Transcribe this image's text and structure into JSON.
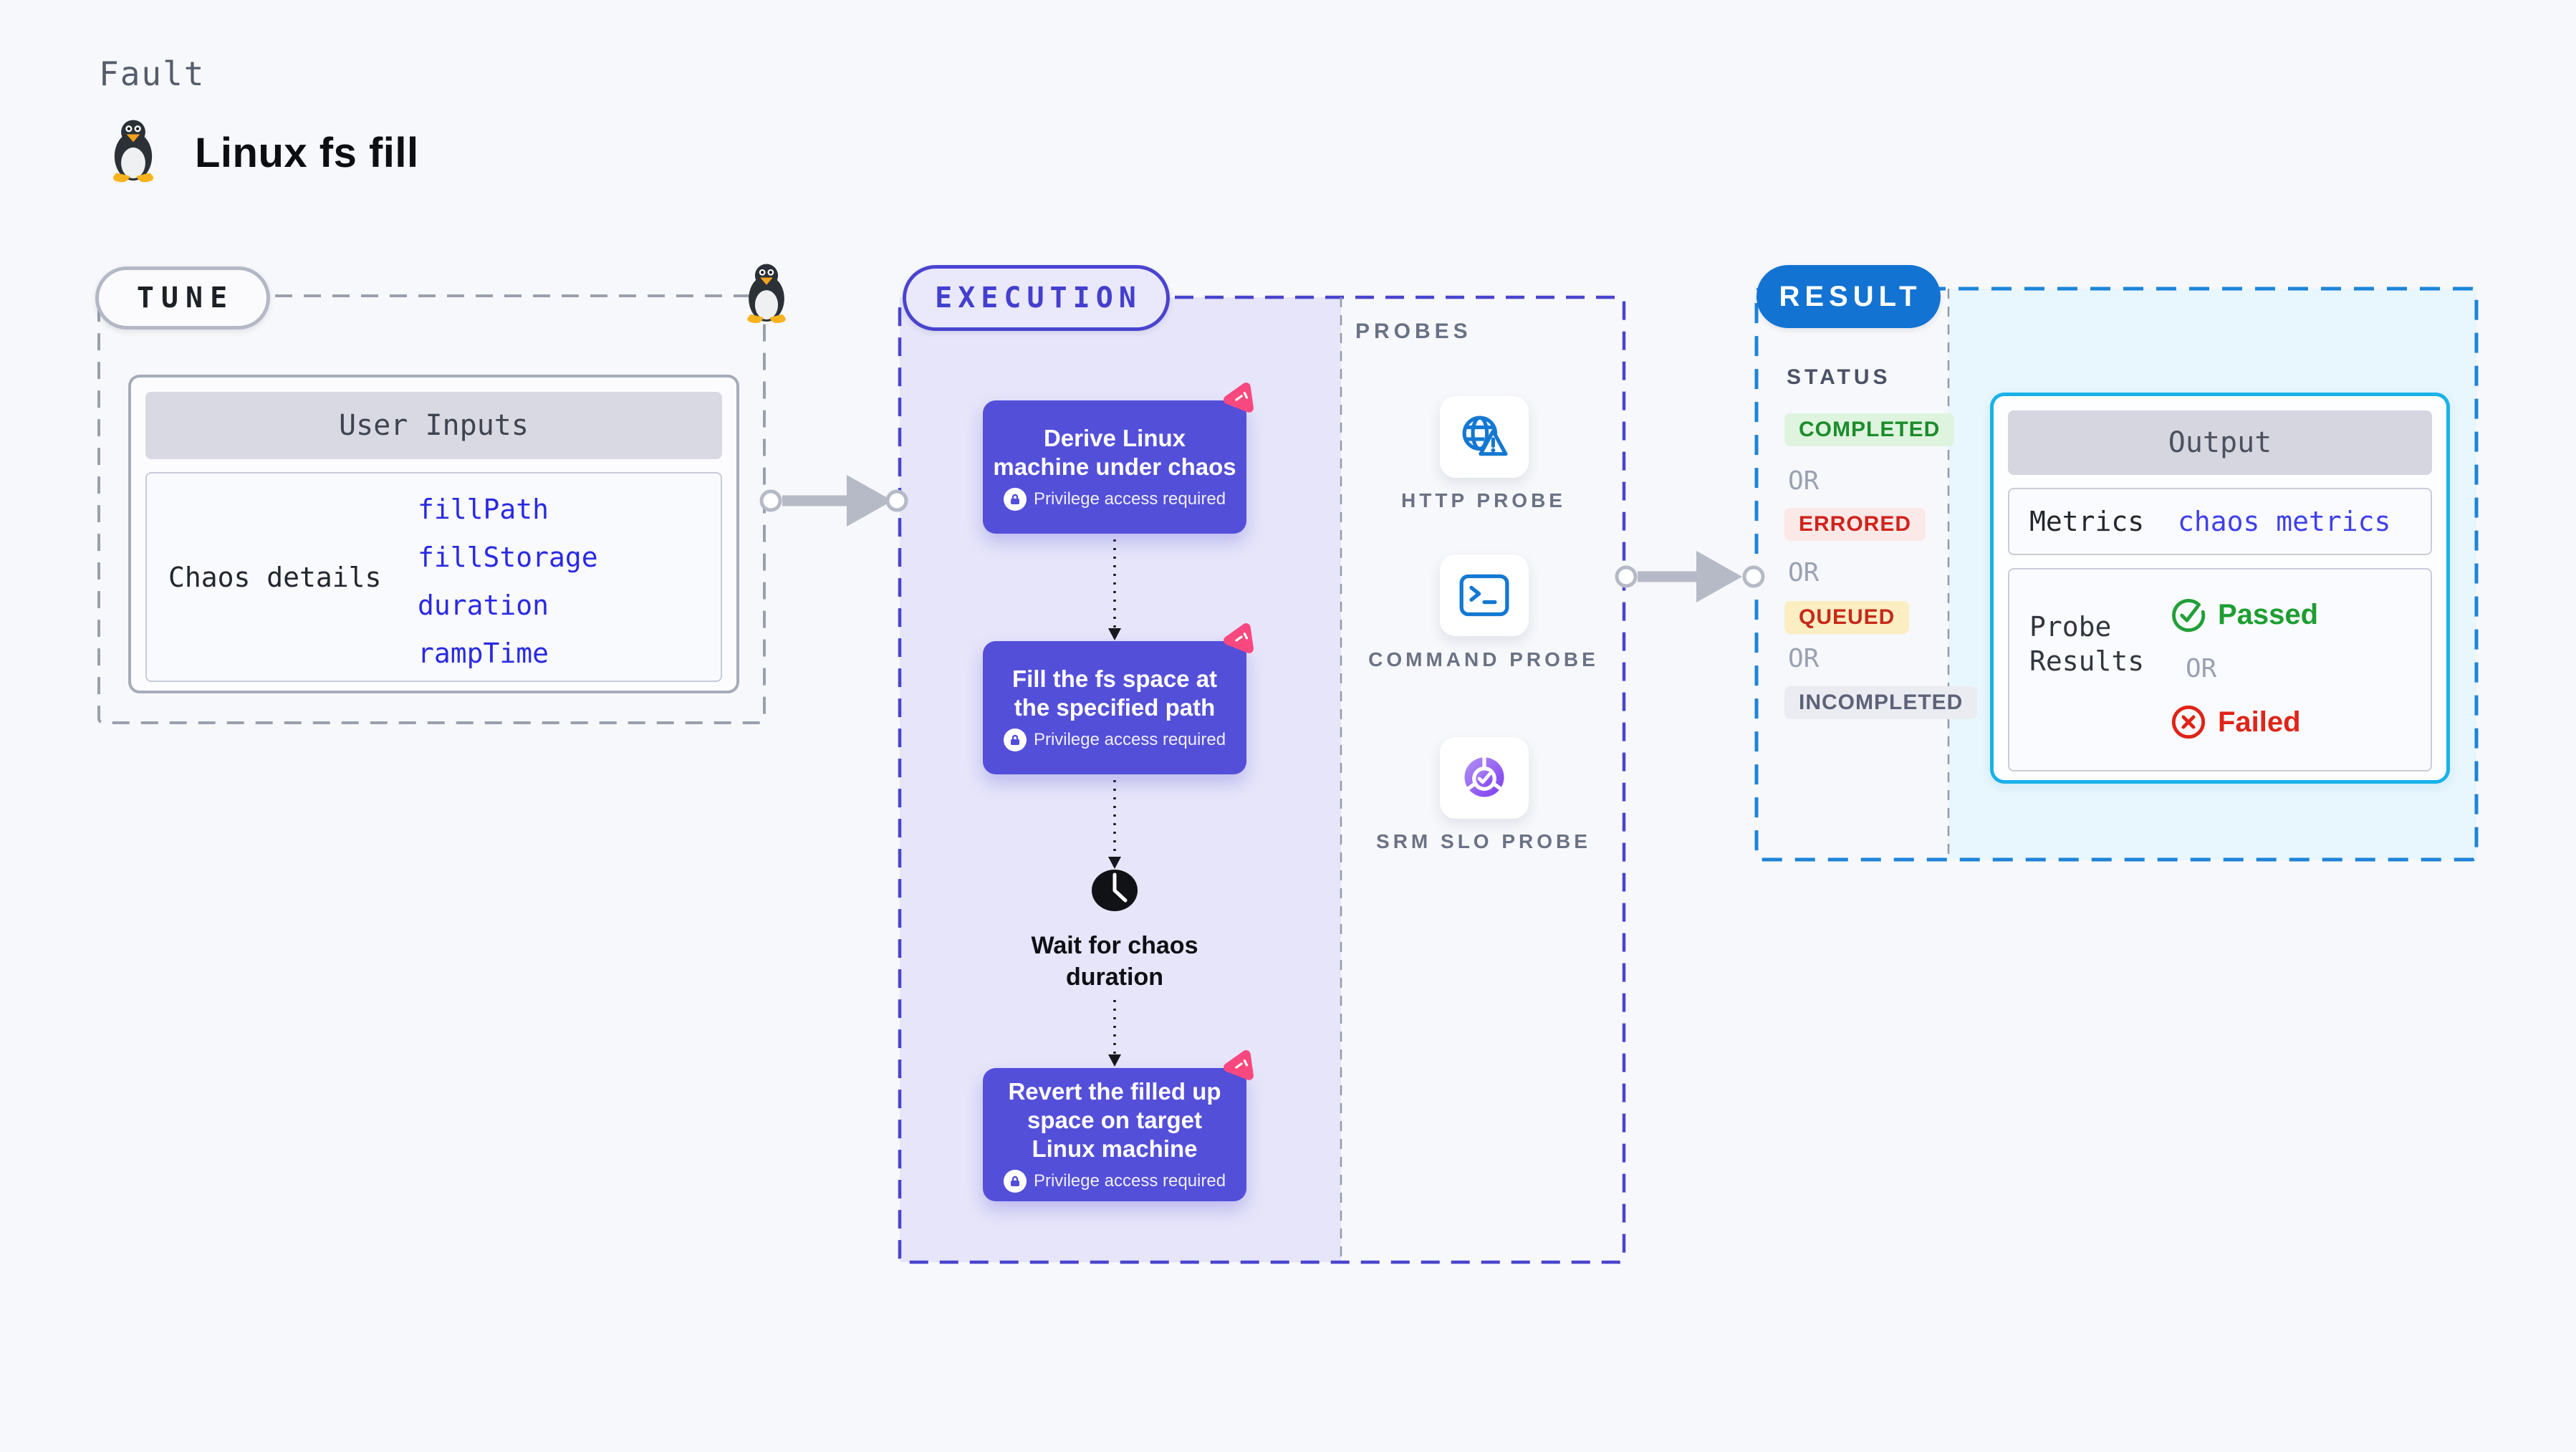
{
  "page": {
    "fault_label": "Fault",
    "title": "Linux fs fill"
  },
  "tune": {
    "badge": "TUNE",
    "user_inputs": {
      "header": "User Inputs",
      "row_label": "Chaos details",
      "values": [
        "fillPath",
        "fillStorage",
        "duration",
        "rampTime"
      ]
    }
  },
  "execution": {
    "badge": "EXECUTION",
    "steps": [
      {
        "title": "Derive Linux machine under chaos",
        "note": "Privilege access required"
      },
      {
        "title": "Fill the fs space at the specified path",
        "note": "Privilege access required"
      },
      {
        "title": "Revert the filled up space on target Linux machine",
        "note": "Privilege access required"
      }
    ],
    "wait_label": "Wait for chaos duration"
  },
  "probes": {
    "title": "PROBES",
    "items": [
      {
        "label": "HTTP PROBE",
        "icon": "globe-warning-icon"
      },
      {
        "label": "COMMAND PROBE",
        "icon": "terminal-icon"
      },
      {
        "label": "SRM SLO PROBE",
        "icon": "slo-donut-check-icon"
      }
    ]
  },
  "result": {
    "badge": "RESULT",
    "status": {
      "title": "STATUS",
      "separator": "OR",
      "items": [
        {
          "label": "COMPLETED",
          "fg": "#1c8c2b",
          "bg": "#def4df"
        },
        {
          "label": "ERRORED",
          "fg": "#cf231c",
          "bg": "#fbe9e7"
        },
        {
          "label": "QUEUED",
          "fg": "#c62a1a",
          "bg": "#fbeec2"
        },
        {
          "label": "INCOMPLETED",
          "fg": "#5d6278",
          "bg": "#ebecf2"
        }
      ]
    },
    "output": {
      "header": "Output",
      "metrics_label": "Metrics",
      "metrics_value": "chaos metrics",
      "probe_results_label": "Probe Results",
      "passed": "Passed",
      "or": "OR",
      "failed": "Failed"
    }
  },
  "icons": [
    "tux-penguin-icon",
    "lock-icon",
    "chaos-pinwheel-icon",
    "clock-icon",
    "globe-warning-icon",
    "terminal-icon",
    "slo-donut-check-icon",
    "check-circle-icon",
    "x-circle-icon",
    "flow-arrow-icon"
  ],
  "colors": {
    "page_bg": "#f7f8fb",
    "tune_border": "#9aa0ab",
    "execution_accent": "#4a44cf",
    "execution_fill": "#e6e5f9",
    "step_purple": "#544fd9",
    "chaos_pink": "#f7497f",
    "probe_blue": "#1478d2",
    "slo_purple": "#7c3aed",
    "result_blue": "#1273d2",
    "result_dash": "#1e84d8",
    "result_fill": "#e8f6fd",
    "output_border": "#19b2e8",
    "value_blue": "#2a2ae2",
    "passed_green": "#1d9e32",
    "failed_red": "#df2418",
    "arrow_gray": "#b6bac7"
  }
}
